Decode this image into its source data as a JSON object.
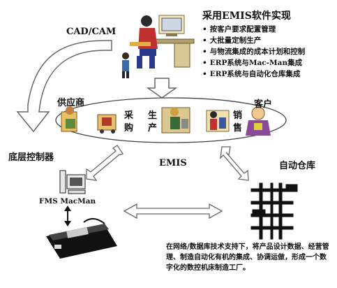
{
  "emis_solution": {
    "title": "采用EMIS软件实现",
    "bullets": [
      "按客户要求配置管理",
      "大批量定制生产",
      "与物流集成的成本计划和控制",
      "ERP系统与Mac-Man集成",
      "ERP系统与自动化仓库集成"
    ]
  },
  "cad_cam": "CAD/CAM",
  "supplier": "供应商",
  "customer": "客户",
  "procurement": [
    "采",
    "购"
  ],
  "production": [
    "生",
    "产"
  ],
  "sales": [
    "销",
    "售"
  ],
  "emis": "EMIS",
  "bottom_controller": "底层控制器",
  "fms_macman": "FMS MacMan",
  "auto_warehouse": "自动仓库",
  "note": "在网络/数据库技术支持下，将产品设计数据、经营管理、制造自动化有机的集成、协调运做，形成一个数字化的数控机床制造工厂。",
  "colors": {
    "arrow_fill": "#ffffff",
    "arrow_stroke": "#666666",
    "ellipse_stroke": "#444444"
  },
  "icons": [
    "office-worker-icon",
    "supplier-worker-icon",
    "purchase-cart-icon",
    "factory-worker-icon",
    "sales-staff-icon",
    "customer-person-icon",
    "computer-terminal-icon",
    "cnc-machine-icon",
    "warehouse-rack-icon"
  ]
}
